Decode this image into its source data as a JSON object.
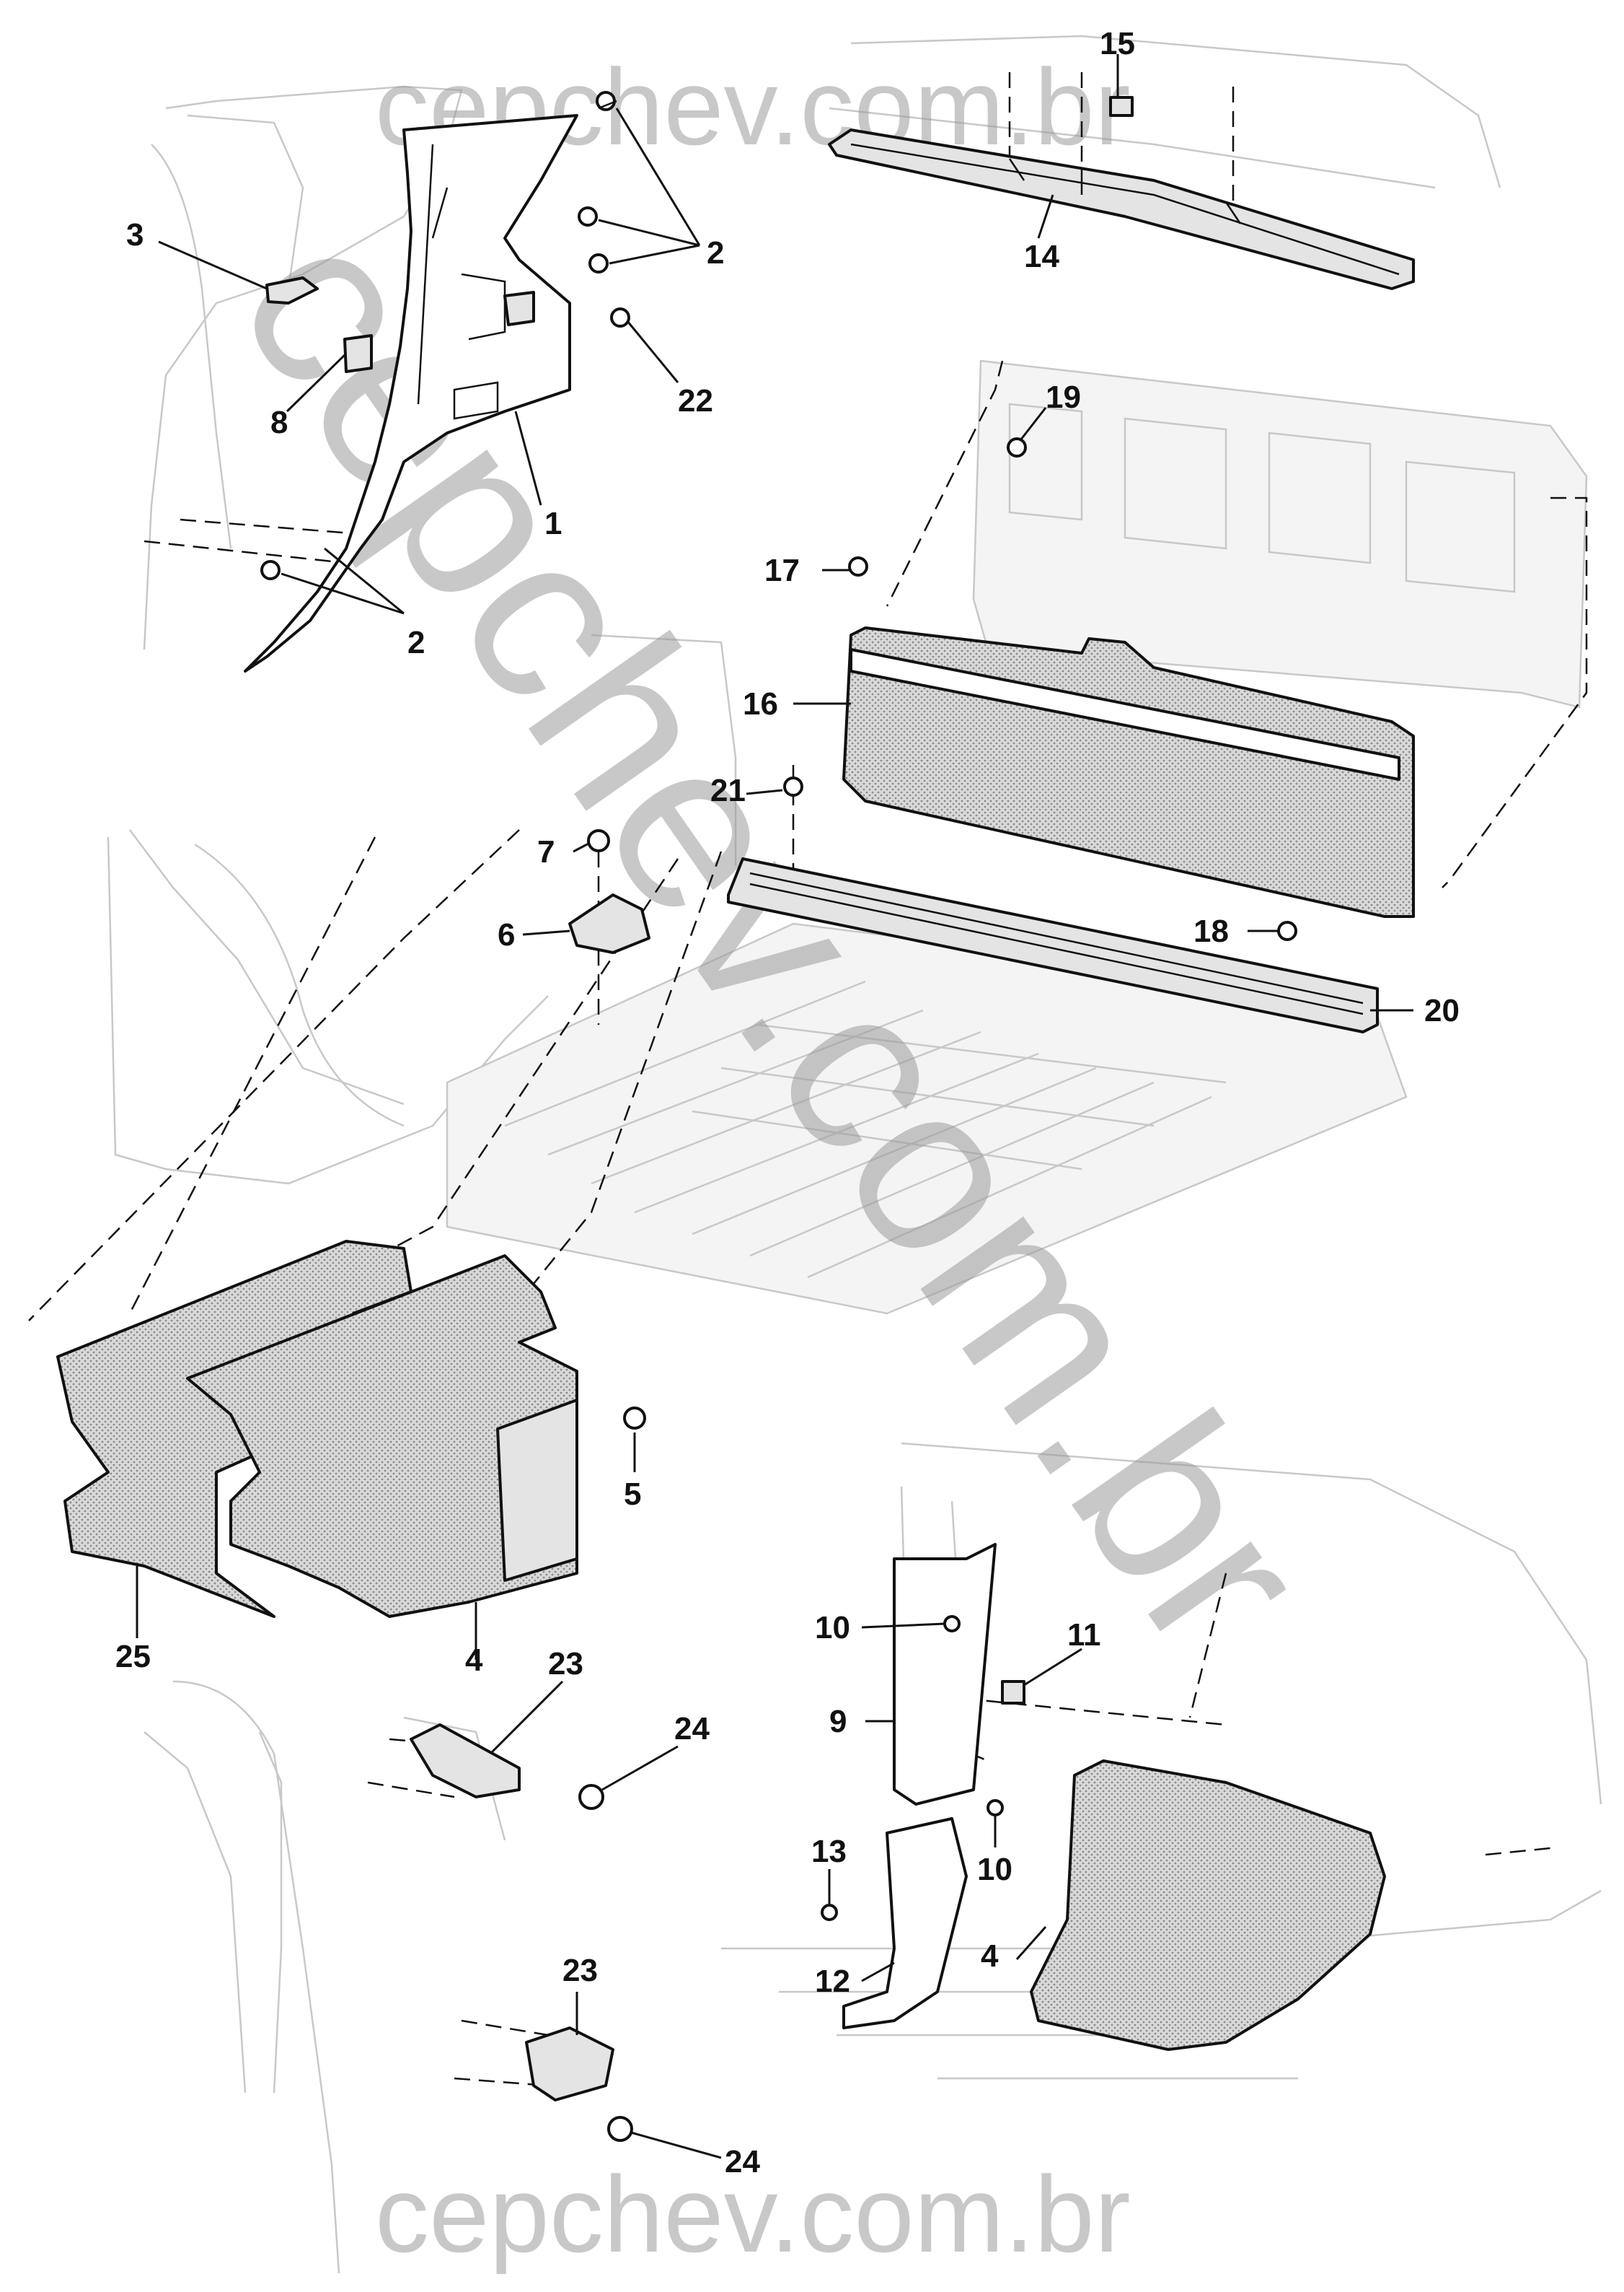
{
  "watermark": {
    "top": "cepchev.com.br",
    "diagonal": "cepchev.com.br",
    "bottom": "cepchev.com.br"
  },
  "callouts": {
    "c1": "1",
    "c2a": "2",
    "c2b": "2",
    "c3": "3",
    "c4a": "4",
    "c4b": "4",
    "c5": "5",
    "c6": "6",
    "c7": "7",
    "c8": "8",
    "c9": "9",
    "c10a": "10",
    "c10b": "10",
    "c11": "11",
    "c12": "12",
    "c13": "13",
    "c14": "14",
    "c15": "15",
    "c16": "16",
    "c17": "17",
    "c18": "18",
    "c19": "19",
    "c20": "20",
    "c21": "21",
    "c22": "22",
    "c23a": "23",
    "c23b": "23",
    "c24a": "24",
    "c24b": "24",
    "c25": "25"
  }
}
